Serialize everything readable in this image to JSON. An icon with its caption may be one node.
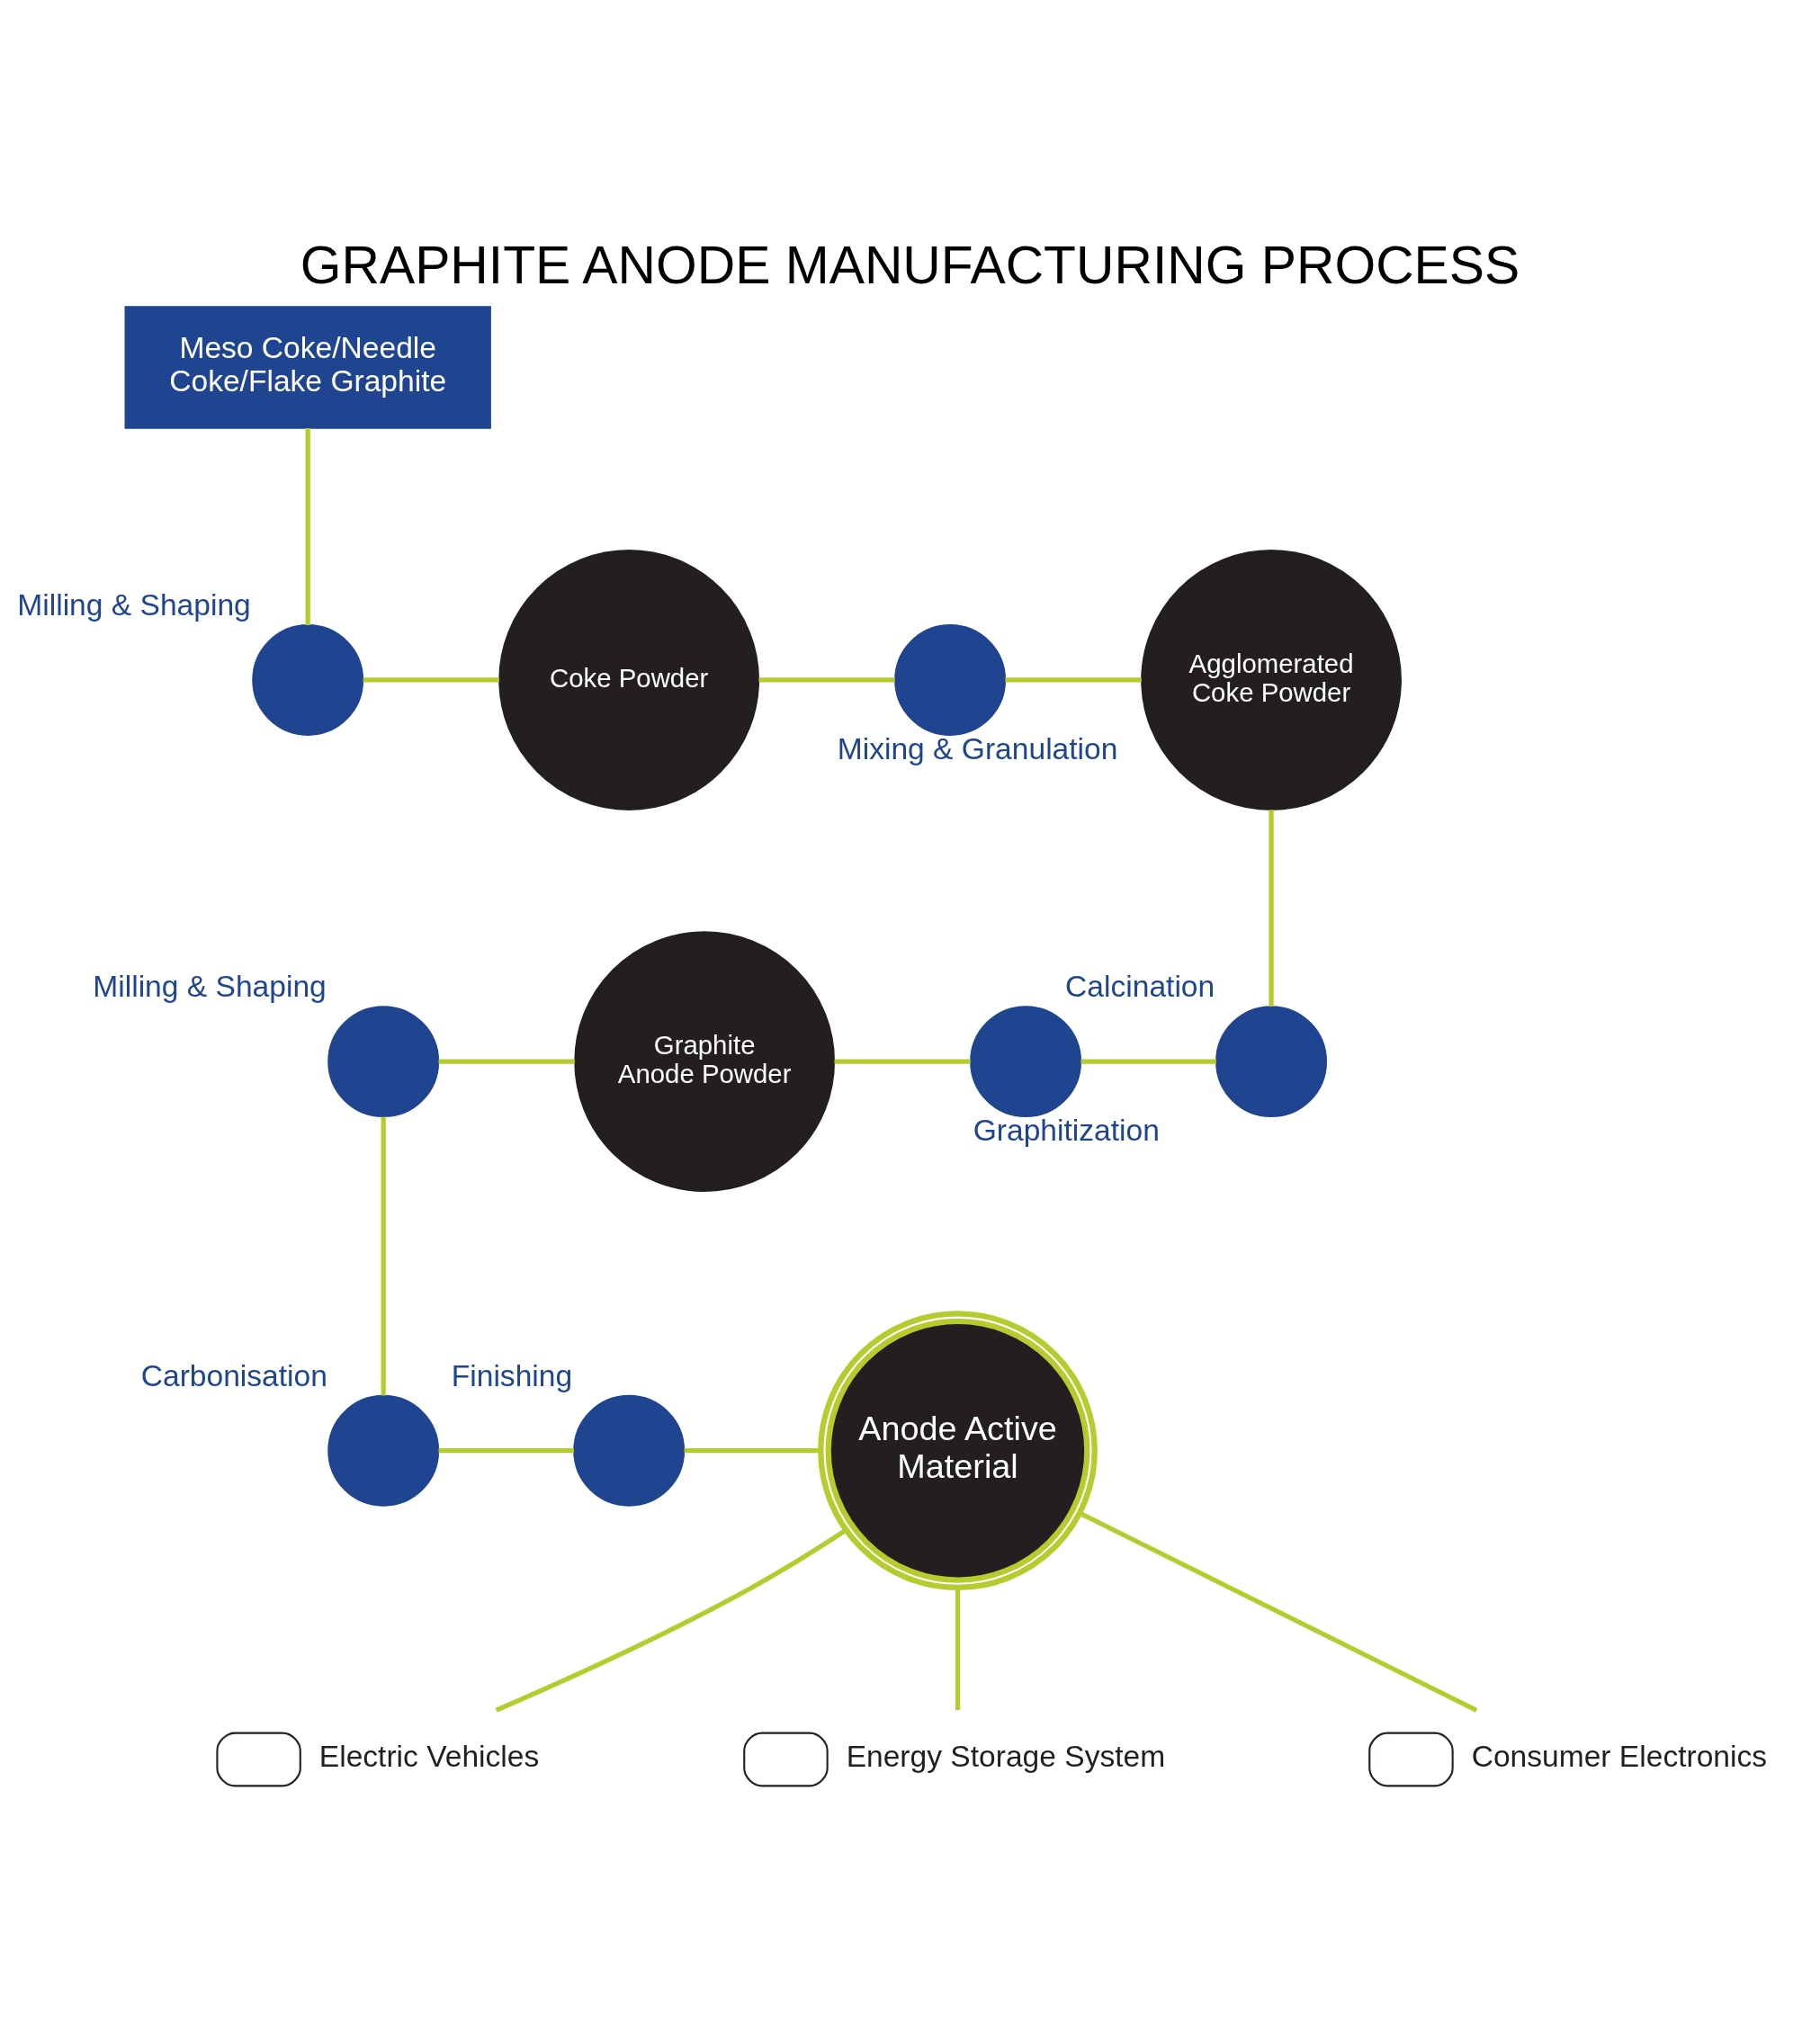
{
  "diagram": {
    "title": "GRAPHITE ANODE MANUFACTURING PROCESS",
    "nodes": [
      {
        "text": [
          "Meso Coke/Needle Coke/Flake Graphite"
        ]
      },
      {
        "text": [],
        "shape": "circle",
        "beside": [
          "Milling & Shaping"
        ]
      },
      {
        "text": [
          "Coke Powder"
        ]
      },
      {
        "text": [],
        "shape": "circle",
        "beside": [
          "Mixing & Granulation"
        ]
      },
      {
        "text": [
          "Agglomerated Coke Powder"
        ]
      },
      {
        "text": [],
        "shape": "circle",
        "beside": [
          "Calcination"
        ]
      },
      {
        "text": [],
        "shape": "circle",
        "beside": [
          "Graphitization"
        ]
      },
      {
        "text": [
          "Graphite Anode Powder"
        ]
      },
      {
        "text": [],
        "shape": "circle",
        "beside": [
          "Milling & Shaping"
        ]
      },
      {
        "text": [],
        "shape": "circle",
        "beside": [
          "Carbonisation"
        ]
      },
      {
        "text": [],
        "shape": "circle",
        "beside": [
          "Finishing"
        ]
      },
      {
        "text": [
          "Anode Active Material"
        ]
      },
      {
        "text": [],
        "shape": "car",
        "beside": [
          "Electric Vehicles"
        ]
      },
      {
        "text": [],
        "shape": "solar-panel",
        "beside": [
          "Energy Storage System"
        ]
      },
      {
        "text": [],
        "shape": "phone",
        "beside": [
          "Consumer Electronics"
        ]
      }
    ],
    "edges": [
      {
        "from": 0,
        "to": 1,
        "arrow": "none"
      },
      {
        "from": 1,
        "to": 2,
        "arrow": "none"
      },
      {
        "from": 2,
        "to": 3,
        "arrow": "none"
      },
      {
        "from": 3,
        "to": 4,
        "arrow": "none"
      },
      {
        "from": 4,
        "to": 5,
        "arrow": "none"
      },
      {
        "from": 5,
        "to": 6,
        "arrow": "none"
      },
      {
        "from": 6,
        "to": 7,
        "arrow": "none"
      },
      {
        "from": 7,
        "to": 8,
        "arrow": "none"
      },
      {
        "from": 8,
        "to": 9,
        "arrow": "none"
      },
      {
        "from": 9,
        "to": 10,
        "arrow": "none"
      },
      {
        "from": 10,
        "to": 11,
        "arrow": "none"
      },
      {
        "from": 11,
        "to": 12,
        "arrow": "none"
      },
      {
        "from": 11,
        "to": 13,
        "arrow": "none"
      },
      {
        "from": 11,
        "to": 14,
        "arrow": "none"
      }
    ]
  }
}
